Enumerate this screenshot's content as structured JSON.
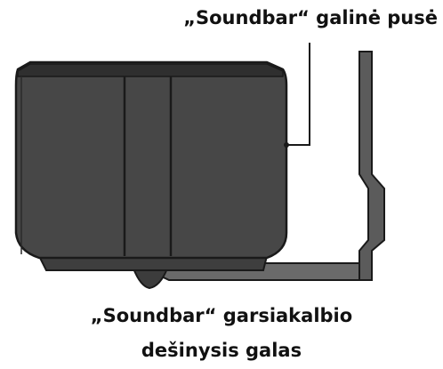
{
  "callouts": {
    "rear": "„Soundbar“ galinė pusė",
    "speaker_line1": "„Soundbar“ garsiakalbio",
    "speaker_line2": "dešinysis galas"
  }
}
